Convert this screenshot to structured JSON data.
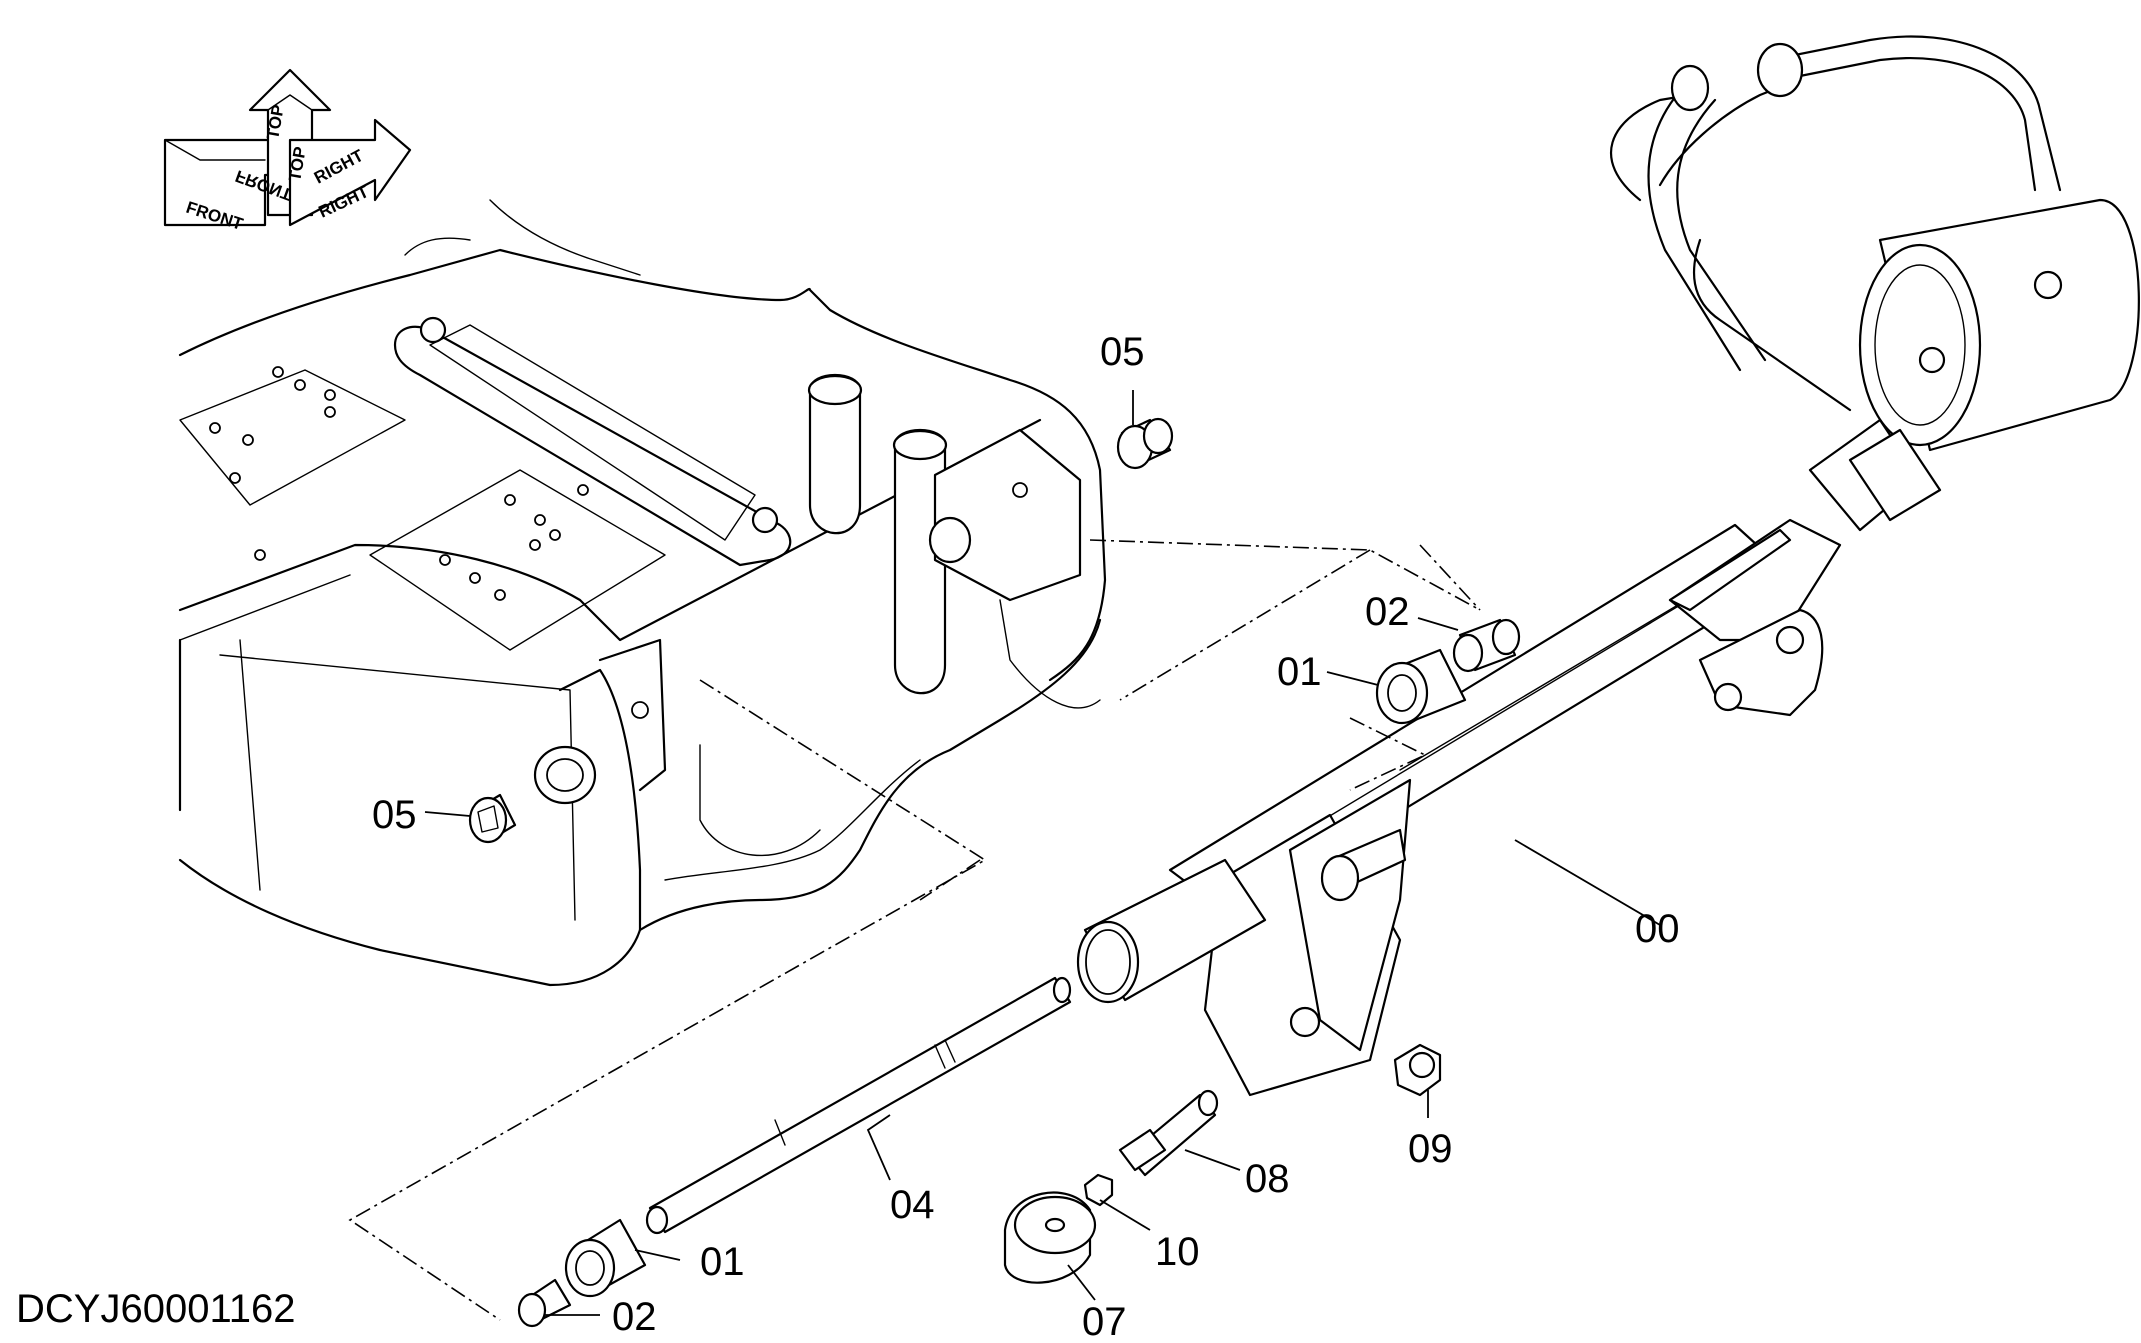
{
  "figure_code": "DCYJ60001162",
  "orientation": {
    "labels": [
      "FRONT",
      "FRONT",
      "TOP",
      "TOP",
      "RIGHT",
      "RIGHT"
    ],
    "icon": "orientation-arrows-icon"
  },
  "callouts": [
    "05",
    "05",
    "02",
    "01",
    "00",
    "04",
    "01",
    "02",
    "09",
    "08",
    "10",
    "07"
  ]
}
